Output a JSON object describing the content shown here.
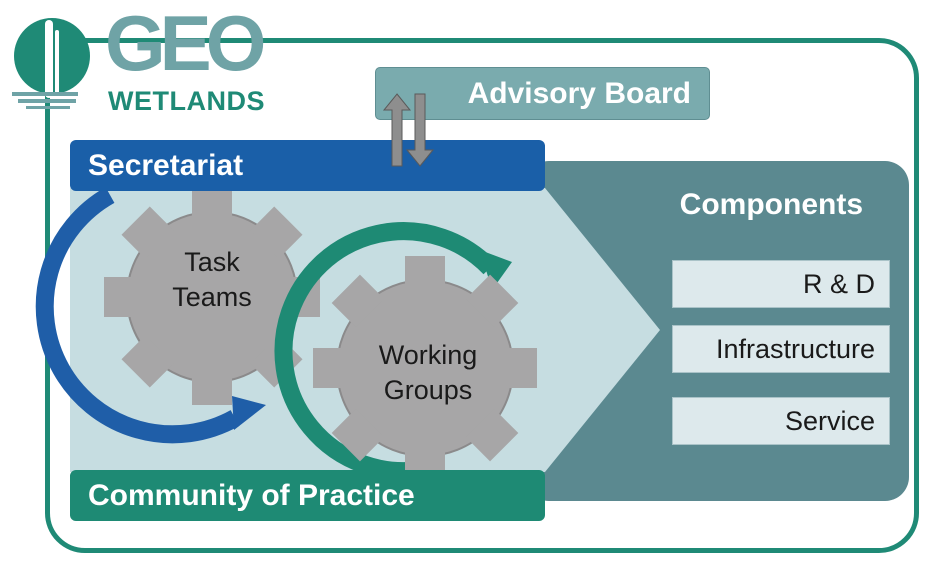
{
  "logo": {
    "geo_text": "GEO",
    "wordmark": "WETLANDS"
  },
  "advisory_board": {
    "label": "Advisory Board"
  },
  "secretariat": {
    "label": "Secretariat"
  },
  "community": {
    "label": "Community of Practice"
  },
  "gears": {
    "task_teams": {
      "line1": "Task",
      "line2": "Teams"
    },
    "working_groups": {
      "line1": "Working",
      "line2": "Groups"
    }
  },
  "components": {
    "title": "Components",
    "items": [
      "R & D",
      "Infrastructure",
      "Service"
    ]
  },
  "colors": {
    "frame": "#1f8a76",
    "secretariat": "#1a5fa8",
    "community": "#1e8a74",
    "advisory": "#7aabae",
    "components_panel": "#5b8990",
    "gear": "#a7a6a7"
  }
}
